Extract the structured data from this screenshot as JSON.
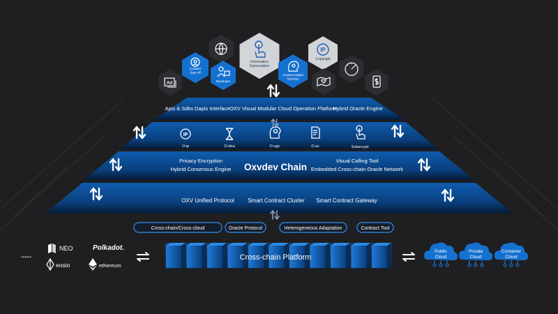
{
  "hexagons": [
    {
      "label": "",
      "icon": "ad-icon"
    },
    {
      "label": "Content Sign-off",
      "icon": "person-badge-icon"
    },
    {
      "label": "",
      "icon": "globe-icon"
    },
    {
      "label": "Developer",
      "icon": "developer-icon"
    },
    {
      "label": "Information Subscription",
      "icon": "pointer-hand-icon"
    },
    {
      "label": "Content Digital Services",
      "icon": "head-bulb-icon"
    },
    {
      "label": "Copyright",
      "icon": "ip-icon"
    },
    {
      "label": "",
      "icon": "map-heart-icon"
    },
    {
      "label": "",
      "icon": "speedometer-icon"
    },
    {
      "label": "",
      "icon": "dollar-phone-icon"
    }
  ],
  "ad_icon_text": "Ad",
  "layer1": {
    "items": [
      "Apis & Sdks  Dapis  Interface",
      "OXV Visual Modular Cloud Operation Platform",
      "Hybrid Oracle Engine"
    ]
  },
  "layer2": {
    "items": [
      {
        "label": "O-ip",
        "icon": "ip-icon",
        "glyph": "IP"
      },
      {
        "label": "O-dna",
        "icon": "dna-icon"
      },
      {
        "label": "O-ugc",
        "icon": "head-bulb-icon"
      },
      {
        "label": "O-sc",
        "icon": "document-icon"
      },
      {
        "label": "Subscrypt",
        "icon": "pointer-hand-icon"
      }
    ]
  },
  "layer3": {
    "title": "Oxvdev Chain",
    "left_top": "Privacy Encryption",
    "left_bottom": "Hybrid Consensus Engine",
    "right_top": "Visual Calling Tool",
    "right_bottom": "Embedded Cross-chain Oracle Network"
  },
  "layer4": {
    "items": [
      "OXV Unified Protocol",
      "Smart Contract Cluster",
      "Smart Contract Gateway"
    ]
  },
  "pills": [
    "Cross-chain/Cross-cloud",
    "Oracle Protocol",
    "Heterogeneous  Adaptation",
    "Contract Tool"
  ],
  "platform": {
    "title": "Cross-chain Platform"
  },
  "chains": {
    "ellipsis": "......",
    "items": [
      {
        "label": "NEO",
        "icon": "neo-logo-icon"
      },
      {
        "label": "Polkadot.",
        "icon": ""
      },
      {
        "label": "eosio",
        "icon": "eosio-logo-icon"
      },
      {
        "label": "ethereum",
        "icon": "ethereum-logo-icon"
      }
    ]
  },
  "clouds": [
    {
      "line1": "Public",
      "line2": "Cloud"
    },
    {
      "line1": "Private",
      "line2": "Cloud"
    },
    {
      "line1": "Container",
      "line2": "Cloud"
    }
  ],
  "colors": {
    "background": "#1f1f21",
    "band": "#0f5fb0",
    "accent": "#1571d0",
    "platform": "#0d4d94"
  }
}
